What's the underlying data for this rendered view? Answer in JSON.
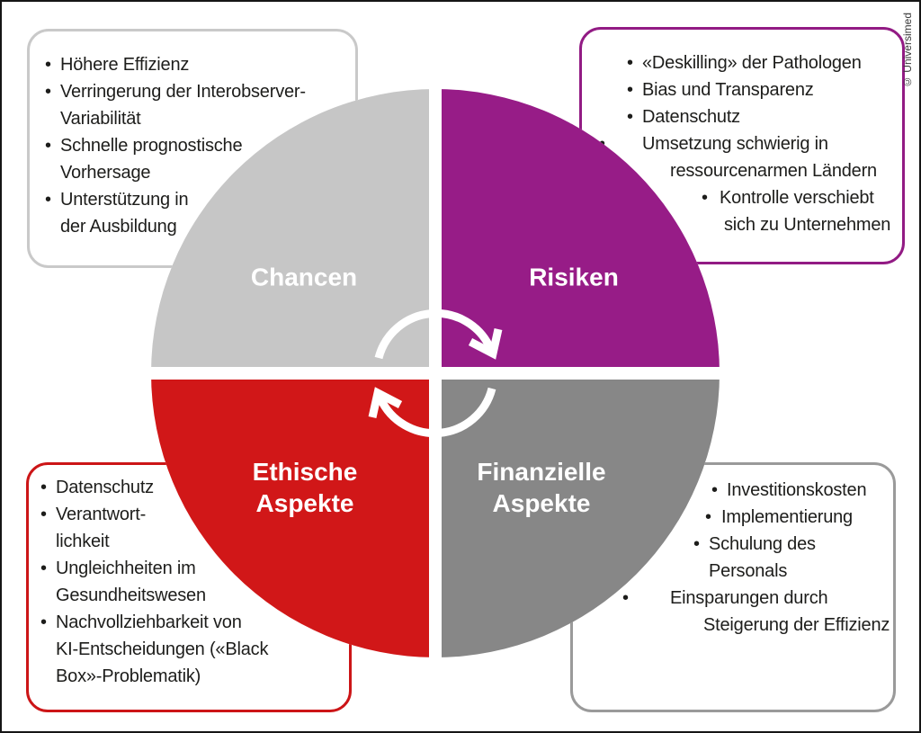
{
  "figure": {
    "copyright": "© Universimed",
    "colors": {
      "chancen_fill": "#c6c6c6",
      "risiken_fill": "#971c87",
      "ethische_fill": "#d11718",
      "finanzielle_fill": "#878787",
      "chancen_box_border": "#c9c9c9",
      "risiken_box_border": "#921b84",
      "ethische_box_border": "#cc1517",
      "finanzielle_box_border": "#9a9a9a",
      "arrow": "#ffffff",
      "text": "#1d1d1b"
    },
    "quadrants": {
      "chancen": {
        "label": "Chancen"
      },
      "risiken": {
        "label": "Risiken"
      },
      "ethische": {
        "label": "Ethische\nAspekte"
      },
      "finanzielle": {
        "label": "Finanzielle\nAspekte"
      }
    },
    "callouts": {
      "chancen": {
        "items": [
          "Höhere Effizienz",
          "Verringerung der Interobserver-\nVariabilität",
          "Schnelle prognostische\nVorhersage",
          "Unterstützung in\nder Ausbildung"
        ]
      },
      "risiken": {
        "items": [
          "«Deskilling» der Pathologen",
          "Bias und Transparenz",
          "Datenschutz",
          "Umsetzung schwierig in\nressourcenarmen Ländern",
          "Kontrolle verschiebt\nsich zu Unternehmen"
        ]
      },
      "ethische": {
        "items": [
          "Datenschutz",
          "Verantwort-\nlichkeit",
          "Ungleichheiten im\nGesundheitswesen",
          "Nachvollziehbarkeit von\nKI-Entscheidungen («Black\nBox»-Problematik)"
        ]
      },
      "finanzielle": {
        "items": [
          "Investitionskosten",
          "Implementierung",
          "Schulung des\nPersonals",
          "Einsparungen durch\nSteigerung der Effizienz"
        ]
      }
    },
    "icons": {
      "rotation_arrows": "two white semicircular clockwise arrows"
    }
  }
}
